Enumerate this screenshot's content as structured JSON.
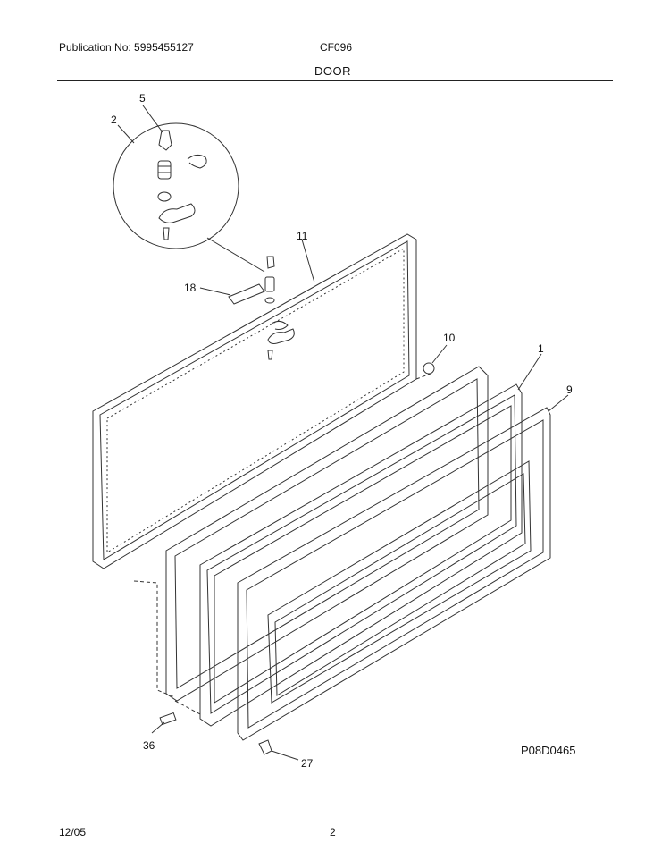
{
  "header": {
    "publication": "Publication No: 5995455127",
    "model": "CF096",
    "section": "DOOR"
  },
  "callouts": [
    "5",
    "2",
    "11",
    "18",
    "10",
    "1",
    "9",
    "36",
    "27"
  ],
  "drawing_code": "P08D0465",
  "footer": {
    "date": "12/05",
    "page": "2"
  }
}
